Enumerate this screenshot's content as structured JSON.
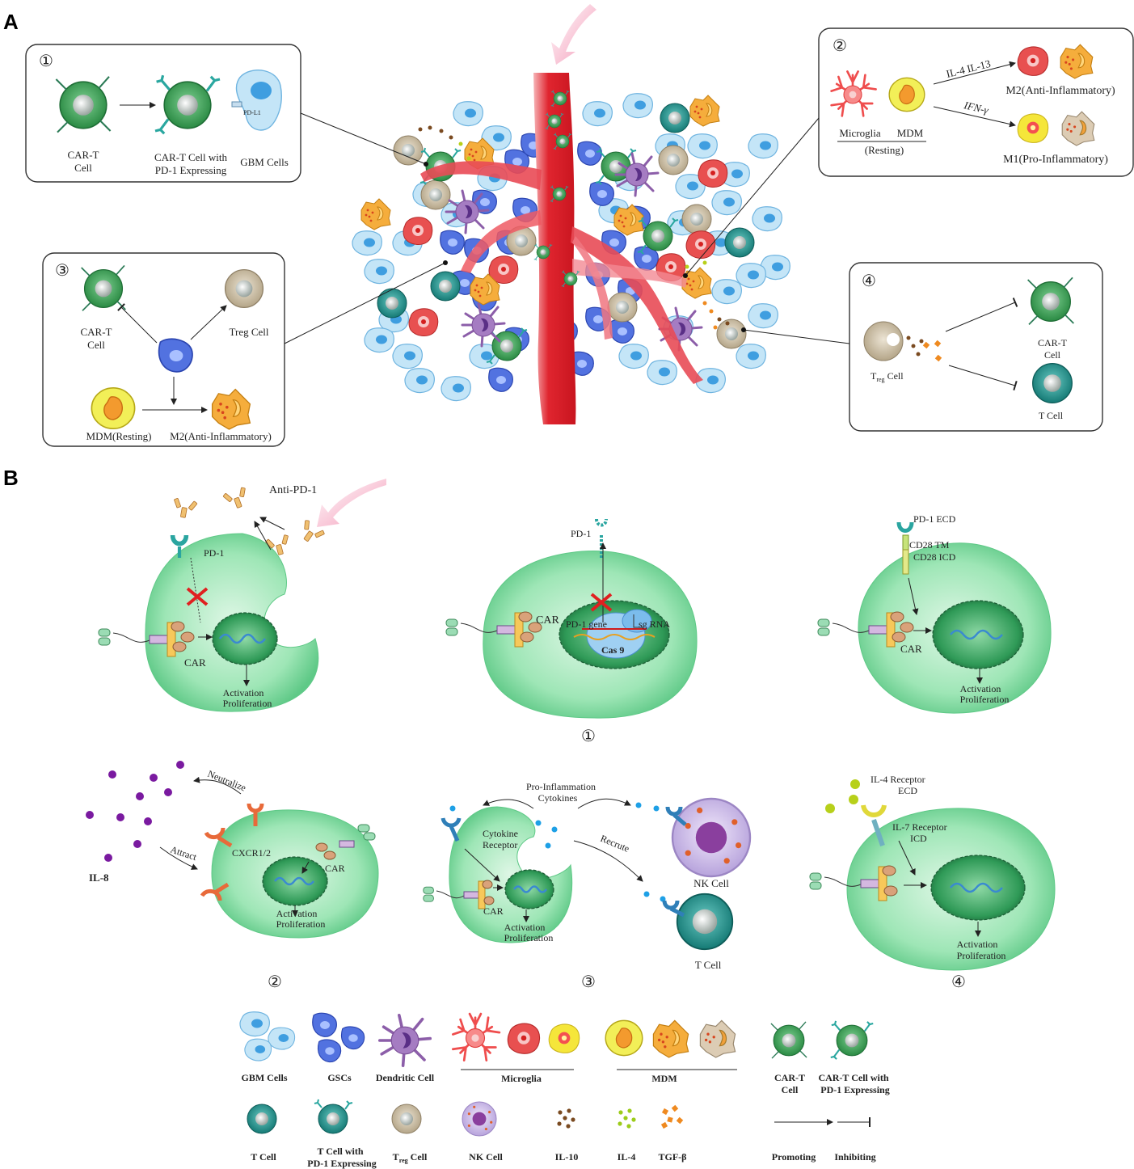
{
  "panels": {
    "a": "A",
    "b": "B"
  },
  "panelA": {
    "box1": {
      "num": "①",
      "cart_l1": "CAR-T",
      "cart_l2": "Cell",
      "pd1_l1": "CAR-T Cell with",
      "pd1_l2": "PD-1 Expressing",
      "pdl1": "PD-L1",
      "gbm": "GBM Cells"
    },
    "box2": {
      "num": "②",
      "il": "IL-4  IL-13",
      "ifn": "IFN-γ",
      "m2": "M2(Anti-Inflammatory)",
      "m1": "M1(Pro-Inflammatory)",
      "microglia": "Microglia",
      "mdm": "MDM",
      "resting": "(Resting)"
    },
    "box3": {
      "num": "③",
      "cart_l1": "CAR-T",
      "cart_l2": "Cell",
      "treg": "Treg  Cell",
      "mdm": "MDM(Resting)",
      "m2": "M2(Anti-Inflammatory)"
    },
    "box4": {
      "num": "④",
      "treg_t": "T",
      "treg_sub": "reg",
      "treg_rest": " Cell",
      "cart_l1": "CAR-T",
      "cart_l2": "Cell",
      "tcell": "T Cell"
    }
  },
  "panelB": {
    "anti_pd1": "Anti-PD-1",
    "c1": {
      "pd1": "PD-1",
      "car": "CAR",
      "act1": "Activation",
      "act2": "Proliferation"
    },
    "c2": {
      "pd1": "PD-1",
      "car": "CAR",
      "gene": "PD-1 gene",
      "sg": "sg RNA",
      "cas": "Cas 9"
    },
    "c3": {
      "ecd": "PD-1 ECD",
      "tm": "CD28 TM",
      "icd": "CD28 ICD",
      "car": "CAR",
      "act1": "Activation",
      "act2": "Proliferation"
    },
    "num1": "①",
    "c4": {
      "neutralize": "Neutralize",
      "attract": "Attract",
      "il8": "IL-8",
      "cxcr": "CXCR1/2",
      "car": "CAR",
      "act1": "Activation",
      "act2": "Proliferation",
      "num": "②"
    },
    "c5": {
      "pro1": "Pro-Inflammation",
      "pro2": "Cytokines",
      "recr": "Recrute",
      "rec1": "Cytokine",
      "rec2": "Receptor",
      "car": "CAR",
      "act1": "Activation",
      "act2": "Proliferation",
      "nk": "NK Cell",
      "tcell": "T Cell",
      "num": "③"
    },
    "c6": {
      "il4_1": "IL-4 Receptor",
      "il4_2": "ECD",
      "il7_1": "IL-7 Receptor",
      "il7_2": "ICD",
      "act1": "Activation",
      "act2": "Proliferation",
      "num": "④"
    }
  },
  "legend": {
    "gbm": "GBM Cells",
    "gsc": "GSCs",
    "dc": "Dendritic Cell",
    "microglia": "Microglia",
    "mdm": "MDM",
    "cart1": "CAR-T",
    "cart2": "Cell",
    "cpd1": "CAR-T Cell with",
    "cpd2": "PD-1 Expressing",
    "tcell": "T Cell",
    "tpd1": "T Cell with",
    "tpd2": "PD-1 Expressing",
    "treg_t": "T",
    "treg_sub": "reg",
    "treg_rest": " Cell",
    "nk": "NK Cell",
    "il10": "IL-10",
    "il4": "IL-4",
    "tgf": "TGF-β",
    "promoting": "Promoting",
    "inhibiting": "Inhibiting"
  },
  "colors": {
    "vessel": "#e0252f",
    "cart_green": "#2f9a4a",
    "tcell_teal": "#1f8f8a",
    "gbm_light": "#a9d6f2",
    "gsc_blue": "#4766d8",
    "treg_tan": "#c4b59c",
    "m2_orange": "#f3a83a",
    "m1_red": "#e84a4a",
    "dendritic_purple": "#9b6fb8",
    "car_cell_green": "#8fe0a8"
  }
}
